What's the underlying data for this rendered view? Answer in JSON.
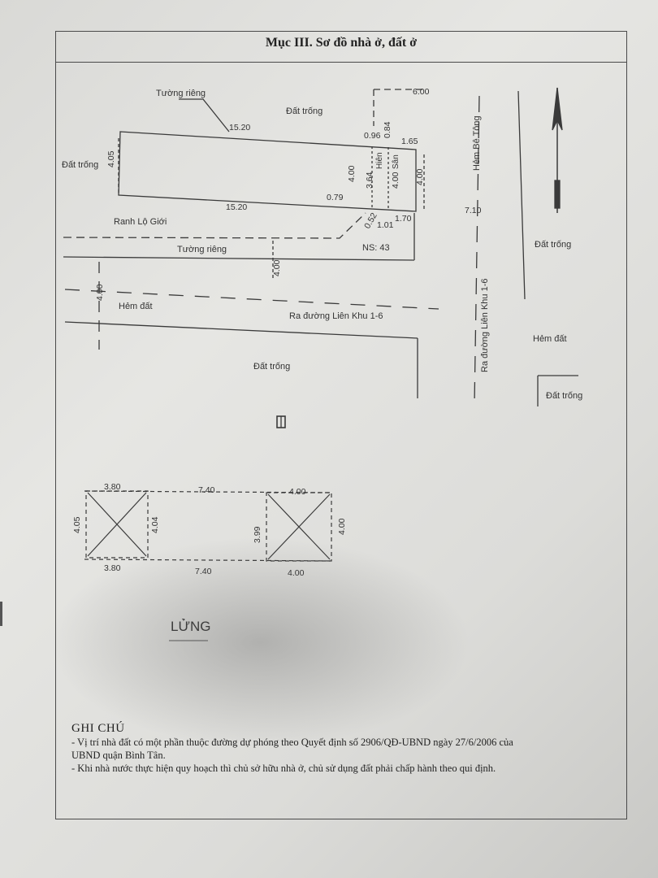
{
  "title": "Mục III. Sơ đồ nhà ở, đất ở",
  "labels": {
    "tuong_rieng_top": "Tường riêng",
    "dat_trong_top": "Đất trống",
    "dat_trong_left": "Đất trống",
    "ranh_lo_gioi": "Ranh Lộ Giới",
    "tuong_rieng_bottom": "Tường riêng",
    "ns": "NS: 43",
    "hem_dat_left": "Hẻm đất",
    "ra_duong_horizontal": "Ra đường Liên Khu 1-6",
    "dat_trong_center": "Đất trống",
    "hem_be_tong": "Hẻm Bê Tông",
    "ra_duong_vertical": "Ra đường Liên Khu 1-6",
    "dat_trong_right": "Đất trống",
    "hem_dat_right": "Hẻm đất",
    "dat_trong_far_right": "Đất trống",
    "hien": "Hiên",
    "san": "Sân",
    "lung": "LỬNG"
  },
  "dimensions": {
    "top_length": "15.20",
    "bottom_length": "15.20",
    "left_height": "4.05",
    "top_right": "6.00",
    "d096": "0.96",
    "d084": "0.84",
    "d165": "1.65",
    "d400a": "4.00",
    "d364": "3.64",
    "d400b": "4.00",
    "d400c": "4.00",
    "d079": "0.79",
    "d052": "0.52",
    "d101": "1.01",
    "d170": "1.70",
    "d710": "7.10",
    "road_400": "4.00",
    "hem_400": "4.00"
  },
  "mezzanine": {
    "left_top": "3.80",
    "mid_top": "7.40",
    "right_top": "4.00",
    "left_h_outer": "4.05",
    "left_h_inner": "4.04",
    "right_h_outer": "3.99",
    "right_h_inner": "4.00",
    "left_bottom": "3.80",
    "mid_bottom": "7.40",
    "right_bottom": "4.00"
  },
  "notes": {
    "heading": "GHI CHÚ",
    "line1": "- Vị trí nhà đất có một phần thuộc đường dự phóng theo Quyết định số 2906/QĐ-UBND ngày 27/6/2006 của",
    "line2": "UBND quận Bình Tân.",
    "line3": "- Khi nhà nước thực hiện quy hoạch thì chủ sở hữu nhà ở, chủ sử dụng đất phải chấp hành theo qui định."
  }
}
